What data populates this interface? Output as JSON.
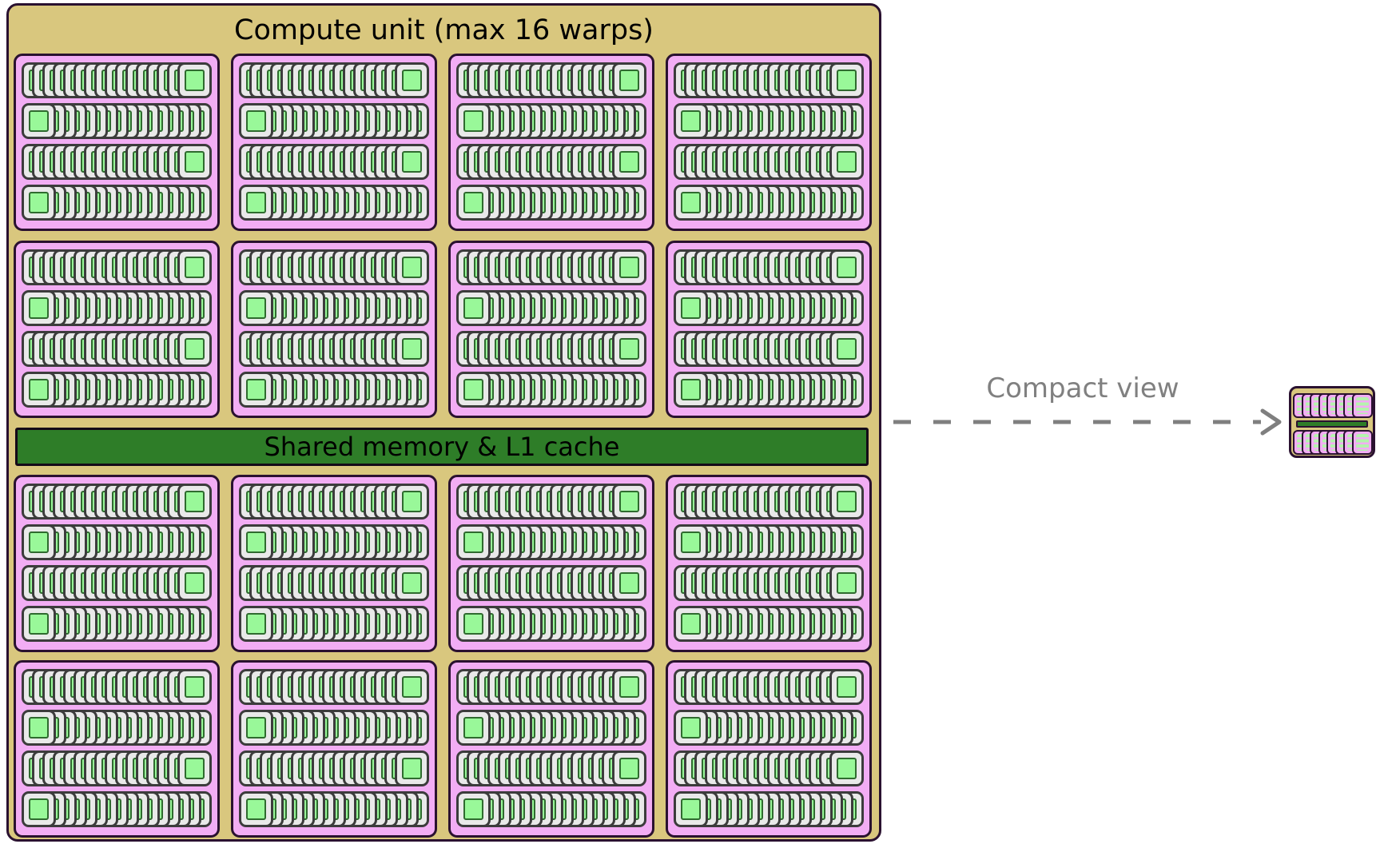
{
  "compute_unit": {
    "title": "Compute unit (max 16 warps)",
    "shared_memory_label": "Shared memory & L1 cache",
    "warp_grid": {
      "columns": 4,
      "rows_above_shared_memory": 2,
      "rows_below_shared_memory": 2,
      "total_warp_slots": 16
    },
    "warp": {
      "thread_rows": 4,
      "threads_per_row": 16,
      "threads_per_warp": 64
    }
  },
  "annotation": {
    "label": "Compact view"
  },
  "compact_icon": {
    "warp_card_rows": 2,
    "warp_cards_per_row": 8,
    "stripes_per_card": 4
  },
  "colors": {
    "background": "#ffffff",
    "compute_unit_fill": "#d9c77e",
    "outline_dark_purple": "#2a1130",
    "warp_box_fill": "#f2adf4",
    "thread_card_fill": "#e9e9e9",
    "thread_card_border": "#3c3c3c",
    "register_green_fill": "#99f899",
    "register_green_border": "#2f6b2f",
    "shared_memory_fill": "#2e7d28",
    "shared_memory_border": "#140a18",
    "compact_stripe_green": "#b5f3ae",
    "annotation_gray": "#808080",
    "text_black": "#000000"
  }
}
